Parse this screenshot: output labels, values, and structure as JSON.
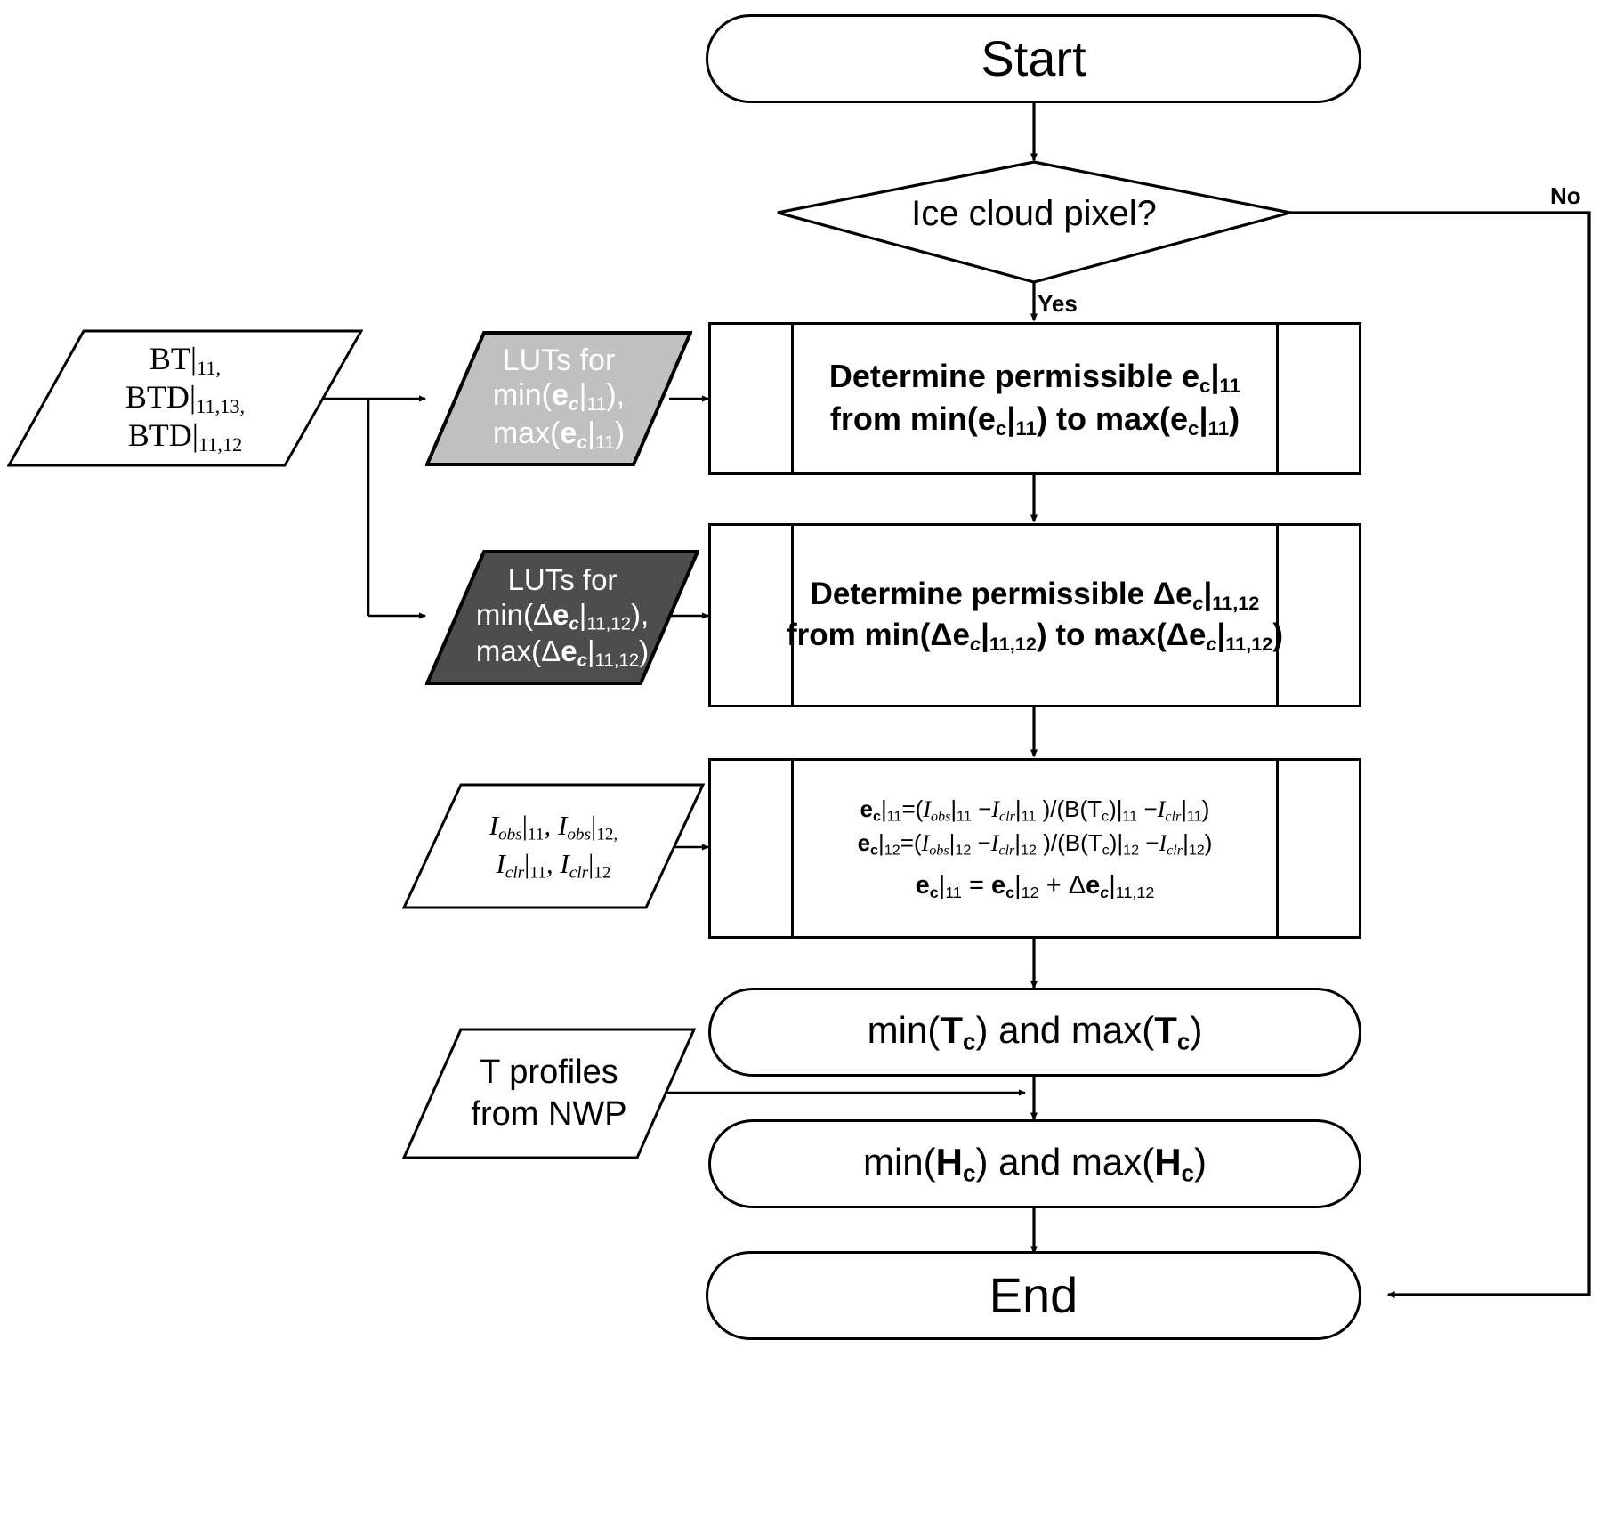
{
  "diagram": {
    "title": "Ice cloud emissivity and height retrieval flowchart",
    "colors": {
      "stroke": "#000000",
      "lut_light_fill": "#c0c0c0",
      "lut_dark_fill": "#4d4d4d",
      "lut_text": "#ffffff",
      "background": "#ffffff"
    },
    "nodes": {
      "start": {
        "label": "Start",
        "shape": "stadium"
      },
      "decision": {
        "label": "Ice cloud pixel?",
        "shape": "diamond"
      },
      "input_bt": {
        "shape": "parallelogram",
        "line1": "BT|",
        "line1_sub": "11,",
        "line2": "BTD|",
        "line2_sub": "11,13,",
        "line3": "BTD|",
        "line3_sub": "11,12"
      },
      "lut_light": {
        "shape": "parallelogram",
        "fill": "#c0c0c0",
        "line1": "LUTs for",
        "line2_pre": "min(",
        "line2_var": "e",
        "line2_var_sub": "c",
        "line2_bar": "|",
        "line2_sub": "11",
        "line2_post": "),",
        "line3_pre": "max(",
        "line3_var": "e",
        "line3_var_sub": "c",
        "line3_bar": "|",
        "line3_sub": "11",
        "line3_post": ")"
      },
      "lut_dark": {
        "shape": "parallelogram",
        "fill": "#4d4d4d",
        "line1": "LUTs for",
        "line2_pre": "min(Δ",
        "line2_var": "e",
        "line2_var_sub": "c",
        "line2_bar": "|",
        "line2_sub": "11,12",
        "line2_post": "),",
        "line3_pre": "max(Δ",
        "line3_var": "e",
        "line3_var_sub": "c",
        "line3_bar": "|",
        "line3_sub": "11,12",
        "line3_post": ")"
      },
      "proc_ec": {
        "shape": "predefined-process",
        "line1_a": "Determine permissible e",
        "line1_sub_c": "c",
        "line1_bar": "|",
        "line1_sub": "11",
        "line2_a": "from min(e",
        "line2_sub_c": "c",
        "line2_bar1": "|",
        "line2_sub1": "11",
        "line2_b": ") to max(e",
        "line2_sub_c2": "c",
        "line2_bar2": "|",
        "line2_sub2": "11",
        "line2_end": ")"
      },
      "proc_dec": {
        "shape": "predefined-process",
        "line1_a": "Determine permissible Δe",
        "line1_sub_c": "c",
        "line1_bar": "|",
        "line1_sub": "11,12",
        "line2_a": "from min(Δe",
        "line2_sub_c": "c",
        "line2_bar1": "|",
        "line2_sub1": "11,12",
        "line2_b": ") to max(Δe",
        "line2_sub_c2": "c",
        "line2_bar2": "|",
        "line2_sub2": "11,12",
        "line2_end": ")"
      },
      "input_i": {
        "shape": "parallelogram",
        "line1": "I",
        "line1_sub_a": "obs",
        "line1_bar_a": "|",
        "line1_sub_b": "11",
        "line1_c": ", I",
        "line1_sub_c": "obs",
        "line1_bar_b": "|",
        "line1_sub_d": "12,",
        "line2": "I",
        "line2_sub_a": "clr",
        "line2_bar_a": "|",
        "line2_sub_b": "11",
        "line2_c": ", I",
        "line2_sub_c": "clr",
        "line2_bar_b": "|",
        "line2_sub_d": "12"
      },
      "proc_eq": {
        "shape": "predefined-process",
        "eq1": {
          "lhs_var": "e",
          "lhs_sub": "c",
          "lhs_bar": "|",
          "lhs_idx": "11",
          "eq": "=(",
          "i1": "I",
          "i1_sub": "obs",
          "i1_bar": "|",
          "i1_idx": "11",
          "minus": " −",
          "i2": "I",
          "i2_sub": "clr",
          "i2_bar": "|",
          "i2_idx": "11",
          "mid": " )/(B(T",
          "mid_sub": "c",
          "mid2": ")",
          "mid_bar": "|",
          "mid_idx": "11",
          "minus2": " −",
          "i3": "I",
          "i3_sub": "clr",
          "i3_bar": "|",
          "i3_idx": "11",
          "close": ")"
        },
        "eq2": {
          "lhs_var": "e",
          "lhs_sub": "c",
          "lhs_bar": "|",
          "lhs_idx": "12",
          "eq": "=(",
          "i1": "I",
          "i1_sub": "obs",
          "i1_bar": "|",
          "i1_idx": "12",
          "minus": " −",
          "i2": "I",
          "i2_sub": "clr",
          "i2_bar": "|",
          "i2_idx": "12",
          "mid": " )/(B(T",
          "mid_sub": "c",
          "mid2": ")",
          "mid_bar": "|",
          "mid_idx": "12",
          "minus2": " −",
          "i3": "I",
          "i3_sub": "clr",
          "i3_bar": "|",
          "i3_idx": "12",
          "close": ")"
        },
        "eq3": {
          "a_var": "e",
          "a_sub": "c",
          "a_bar": "|",
          "a_idx": "11",
          "eq": " = ",
          "b_var": "e",
          "b_sub": "c",
          "b_bar": "|",
          "b_idx": "12",
          "plus": " + Δ",
          "c_var": "e",
          "c_sub": "c",
          "c_bar": "|",
          "c_idx": "11,12"
        }
      },
      "out_tc": {
        "shape": "stadium",
        "pre": "min(",
        "var": "T",
        "var_sub": "c",
        "mid": ") and max(",
        "var2": "T",
        "var2_sub": "c",
        "post": ")"
      },
      "out_hc": {
        "shape": "stadium",
        "pre": "min(",
        "var": "H",
        "var_sub": "c",
        "mid": ") and max(",
        "var2": "H",
        "var2_sub": "c",
        "post": ")"
      },
      "input_t": {
        "shape": "parallelogram",
        "line1": "T profiles",
        "line2": "from NWP"
      },
      "end": {
        "label": "End",
        "shape": "stadium"
      }
    },
    "edge_labels": {
      "yes": "Yes",
      "no": "No"
    }
  }
}
